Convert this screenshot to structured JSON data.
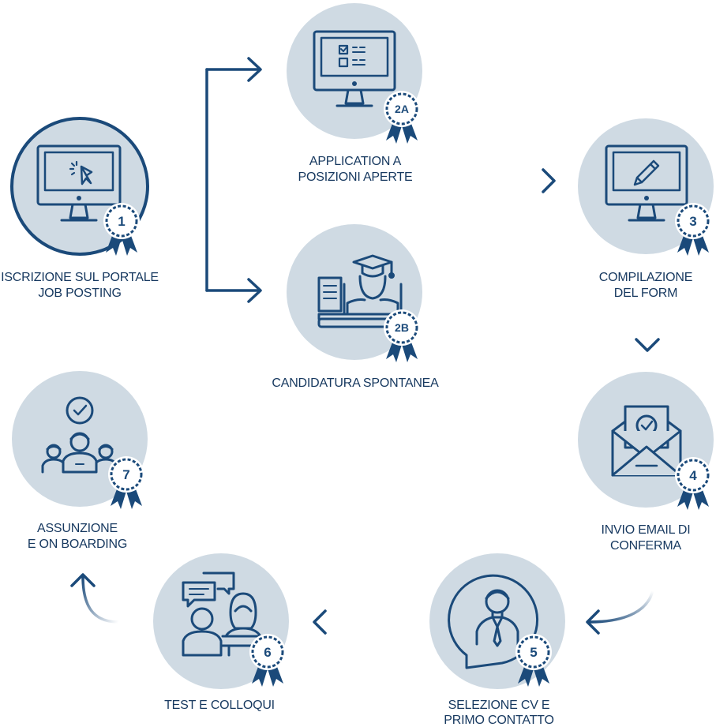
{
  "colors": {
    "primary": "#1b4a7a",
    "circle": "#cfdae3",
    "text": "#16385f",
    "white": "#ffffff"
  },
  "steps": [
    {
      "id": "1",
      "badge": "1",
      "icon": "monitor-cursor-icon",
      "line1": "ISCRIZIONE SUL PORTALE",
      "line2": "JOB POSTING"
    },
    {
      "id": "2a",
      "badge": "2A",
      "icon": "monitor-checklist-icon",
      "line1": "APPLICATION A",
      "line2": "POSIZIONI APERTE"
    },
    {
      "id": "2b",
      "badge": "2B",
      "icon": "graduate-books-icon",
      "line1": "CANDIDATURA SPONTANEA",
      "line2": ""
    },
    {
      "id": "3",
      "badge": "3",
      "icon": "monitor-pencil-icon",
      "line1": "COMPILAZIONE",
      "line2": "DEL FORM"
    },
    {
      "id": "4",
      "badge": "4",
      "icon": "envelope-check-icon",
      "line1": "INVIO EMAIL DI",
      "line2": "CONFERMA"
    },
    {
      "id": "5",
      "badge": "5",
      "icon": "person-speech-bubble-icon",
      "line1": "SELEZIONE CV  E",
      "line2": "PRIMO CONTATTO"
    },
    {
      "id": "6",
      "badge": "6",
      "icon": "interview-chat-icon",
      "line1": "TEST E COLLOQUI",
      "line2": ""
    },
    {
      "id": "7",
      "badge": "7",
      "icon": "team-check-icon",
      "line1": "ASSUNZIONE",
      "line2": "E ON BOARDING"
    }
  ]
}
